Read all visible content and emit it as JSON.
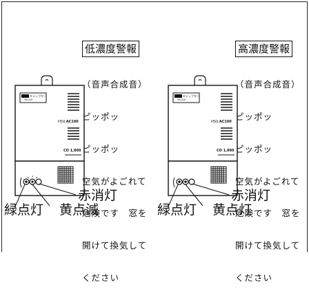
{
  "panels": [
    {
      "title": "低濃度警報",
      "message_lines": [
        "（音声合成音）",
        "ピッポッ",
        "ピッポッ",
        "空気がよごれて",
        "危険です　窓を",
        "開けて換気して",
        "ください"
      ],
      "labels": {
        "right": "赤消灯",
        "bottom_left": "緑点灯",
        "bottom_mid": "黄点滅"
      },
      "device_text": {
        "brand": "キャップター",
        "model": "YK-LD0",
        "side": "ﾄﾗﾝｽ AC100",
        "badge": "CO 1,000"
      }
    },
    {
      "title": "高濃度警報",
      "message_lines": [
        "（音声合成音）",
        "ピッポッ",
        "ピッポッ",
        "空気がよごれて",
        "危険です　窓を",
        "開けて換気して",
        "ください"
      ],
      "labels": {
        "right": "赤消灯",
        "bottom_left": "緑点灯",
        "bottom_mid": "黄点灯"
      },
      "device_text": {
        "brand": "キャップター",
        "model": "YK-LD0",
        "side": "ﾄﾗﾝｽ AC100",
        "badge": "CO 1,000"
      }
    }
  ]
}
